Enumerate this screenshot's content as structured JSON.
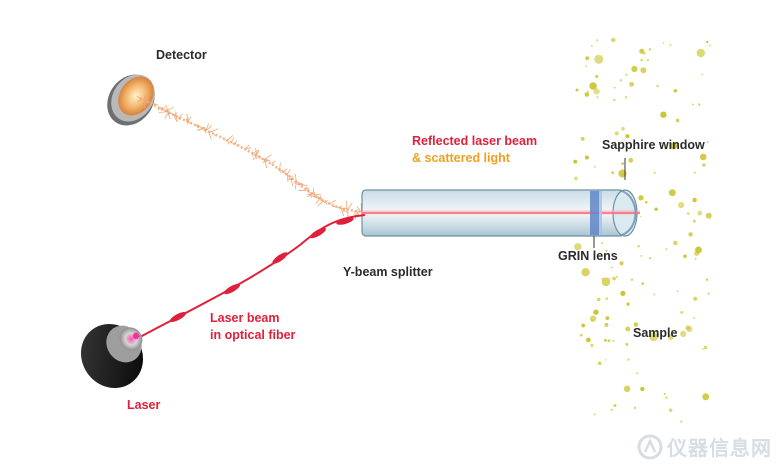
{
  "labels": {
    "detector": "Detector",
    "reflected_line1": "Reflected laser beam",
    "reflected_line2": "& scattered light",
    "sapphire_window": "Sapphire window",
    "grin_lens": "GRIN lens",
    "y_beam_splitter": "Y-beam splitter",
    "laser_beam_line1": "Laser beam",
    "laser_beam_line2": "in optical fiber",
    "sample": "Sample",
    "laser": "Laser"
  },
  "watermark": {
    "text": "仪器信息网"
  },
  "colors": {
    "label_dark": "#2b2b2b",
    "laser_red": "#e0203a",
    "scatter_orange": "#f0a020",
    "sample_particles": "#c9c32a",
    "probe_glass": "#9fc3d6"
  }
}
